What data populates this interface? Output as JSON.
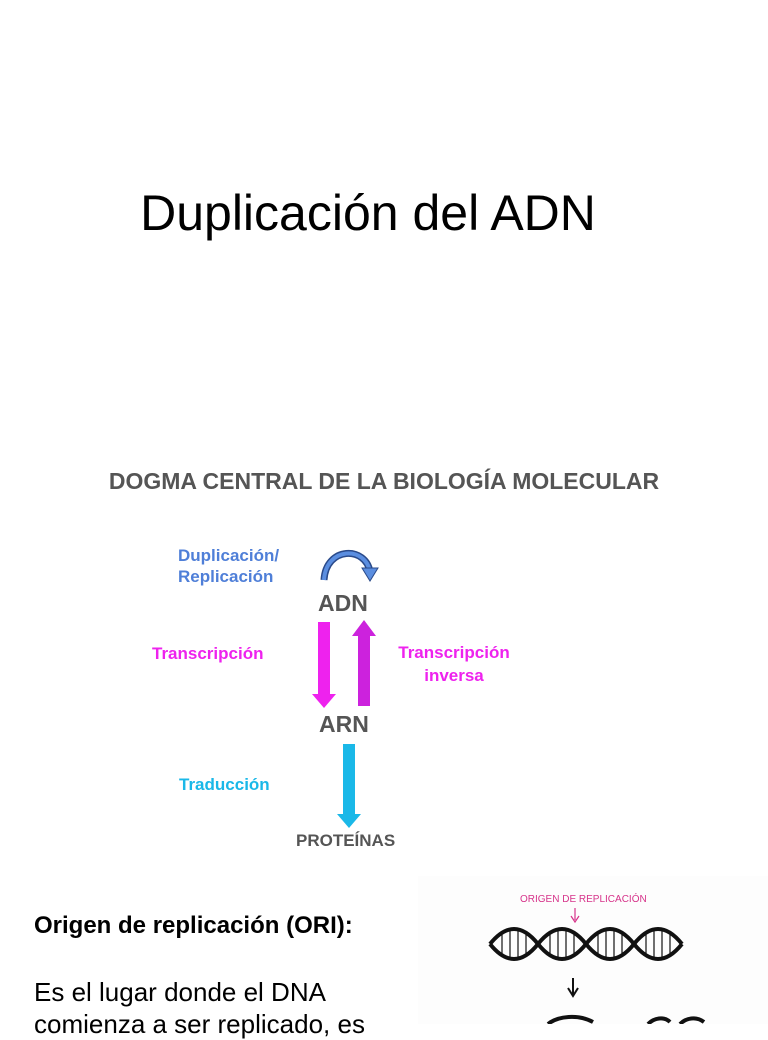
{
  "slide": {
    "title": "Duplicación del ADN"
  },
  "dogma": {
    "heading": "DOGMA CENTRAL DE LA BIOLOGÍA MOLECULAR",
    "duplication_label_line1": "Duplicación/",
    "duplication_label_line2": "Replicación",
    "adn": "ADN",
    "transcription_label": "Transcripción",
    "reverse_transcription_line1": "Transcripción",
    "reverse_transcription_line2": "inversa",
    "arn": "ARN",
    "translation_label": "Traducción",
    "proteins": "PROTEÍNAS",
    "colors": {
      "duplication": "#4f7fd8",
      "transcription": "#ee22ee",
      "reverse_transcription": "#cc22dd",
      "translation": "#1ab8e8",
      "nodes": "#555555"
    }
  },
  "ori": {
    "heading": "Origen de replicación (ORI):",
    "text": "Es el lugar donde el DNA comienza a ser replicado, es",
    "image_caption": "ORIGEN DE REPLICACIÓN"
  }
}
